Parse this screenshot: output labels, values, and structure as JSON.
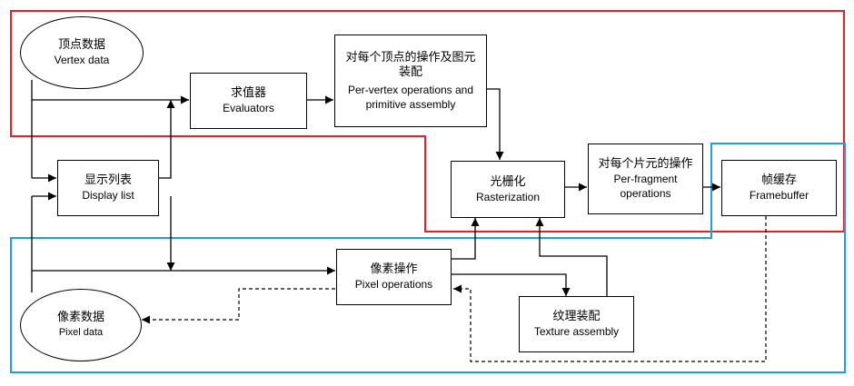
{
  "diagram": {
    "region_colors": {
      "top_region": "#ee1c24",
      "bottom_region": "#1ba1e2"
    },
    "nodes": {
      "vertex_data": {
        "zh": "顶点数据",
        "en": "Vertex data"
      },
      "pixel_data": {
        "zh": "像素数据",
        "en": "Pixel data"
      },
      "evaluators": {
        "zh": "求值器",
        "en": "Evaluators"
      },
      "per_vertex": {
        "zh": "对每个顶点的操作及图元装配",
        "en": "Per-vertex operations and primitive assembly"
      },
      "display_list": {
        "zh": "显示列表",
        "en": "Display list"
      },
      "rasterization": {
        "zh": "光栅化",
        "en": "Rasterization"
      },
      "per_fragment": {
        "zh": "对每个片元的操作",
        "en": "Per-fragment operations"
      },
      "framebuffer": {
        "zh": "帧缓存",
        "en": "Framebuffer"
      },
      "pixel_operations": {
        "zh": "像素操作",
        "en": "Pixel operations"
      },
      "texture_assembly": {
        "zh": "纹理装配",
        "en": "Texture assembly"
      }
    }
  }
}
